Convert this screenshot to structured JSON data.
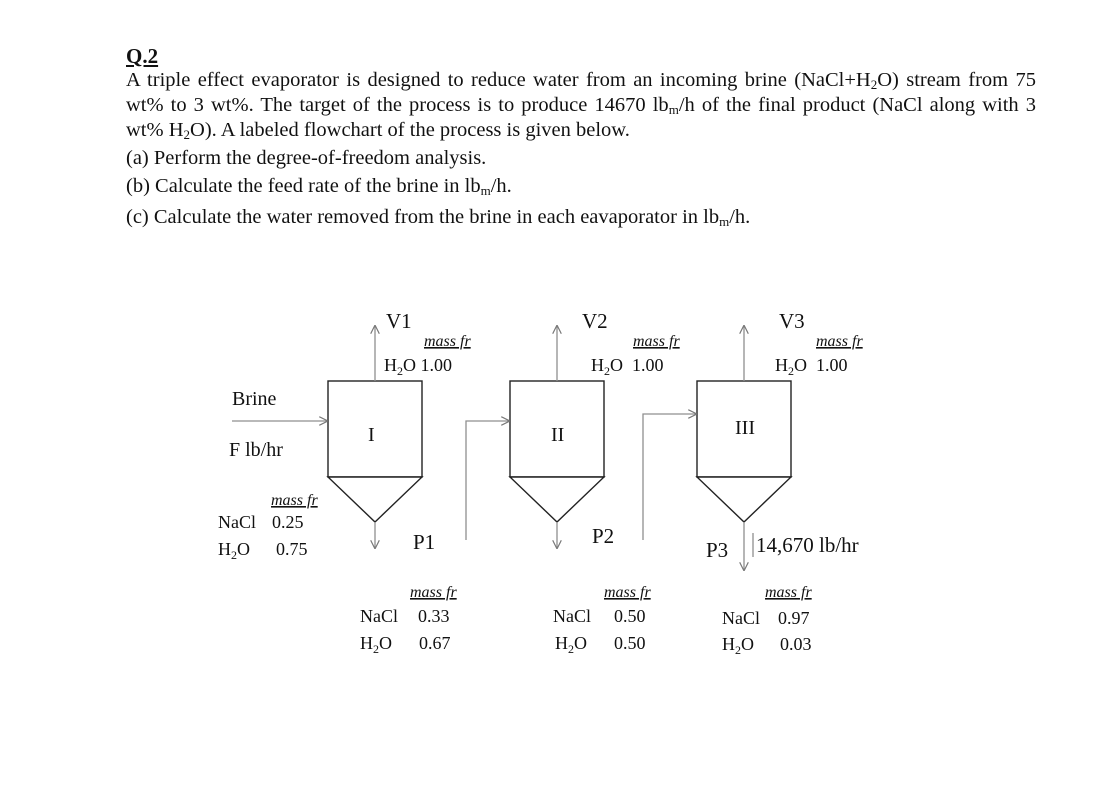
{
  "question": {
    "label": "Q.2",
    "p1": "A triple effect evaporator is designed to reduce water from an incoming brine (NaCl+H",
    "p2": "O) stream from 75 wt% to 3 wt%. The target of the process is to produce 14670 lb",
    "p3": "/h of the final product (NaCl along with 3 wt% H",
    "p4": "O). A labeled flowchart of the process is given below.",
    "sub_2": "2",
    "sub_m": "m",
    "items": [
      "(a) Perform the degree-of-freedom analysis.",
      "(b) Calculate the feed rate of the brine in lb",
      "/h.",
      "(c) Calculate the water removed from the brine in each eavaporator in lb",
      "/h."
    ]
  },
  "flowchart": {
    "feed": {
      "label": "Brine",
      "rate": "F lb/hr",
      "mass_fr": "mass fr",
      "comp": [
        {
          "name": "NaCl",
          "value": "0.25"
        },
        {
          "name": "H2O",
          "value": "0.75"
        }
      ]
    },
    "evaporators": [
      {
        "numeral": "I",
        "vapor": "V1",
        "vapor_mass_fr": "mass fr",
        "vapor_comp": "H2O 1.00",
        "product": "P1",
        "product_mass_fr": "mass fr",
        "product_comp": [
          {
            "name": "NaCl",
            "value": "0.33"
          },
          {
            "name": "H2O",
            "value": "0.67"
          }
        ]
      },
      {
        "numeral": "II",
        "vapor": "V2",
        "vapor_mass_fr": "mass fr",
        "vapor_comp": "H2O  1.00",
        "product": "P2",
        "product_mass_fr": "mass fr",
        "product_comp": [
          {
            "name": "NaCl",
            "value": "0.50"
          },
          {
            "name": "H2O",
            "value": "0.50"
          }
        ]
      },
      {
        "numeral": "III",
        "vapor": "V3",
        "vapor_mass_fr": "mass fr",
        "vapor_comp": "H2O  1.00",
        "product": "P3",
        "product_rate": "14,670 lb/hr",
        "product_mass_fr": "mass fr",
        "product_comp": [
          {
            "name": "NaCl",
            "value": "0.97"
          },
          {
            "name": "H2O",
            "value": "0.03"
          }
        ]
      }
    ]
  }
}
